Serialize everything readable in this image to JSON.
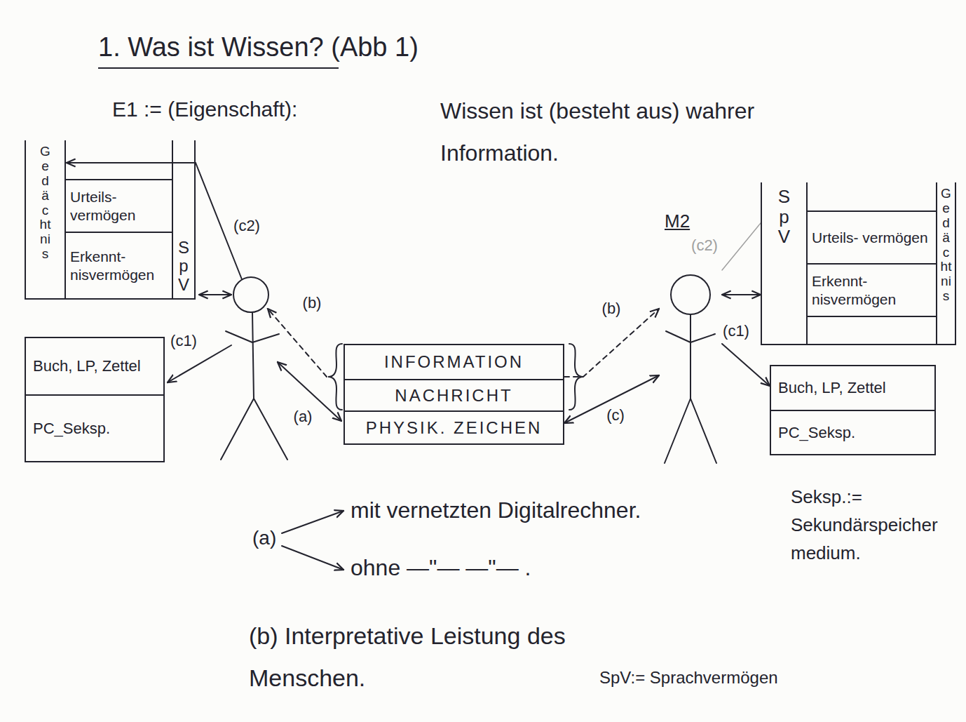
{
  "diagram": {
    "title": "1. Was ist Wissen? (Abb 1)",
    "nodes": [
      {
        "text": [
          "Gedächtnis",
          "Urteils- vermögen",
          "Erkennt- nisvermögen",
          "SpV"
        ]
      },
      {
        "text": [
          "Buch, LP, Zettel",
          "PC_Seksp."
        ]
      },
      {
        "text": [
          "INFORMATION",
          "NACHRICHT",
          "PHYSIK. ZEICHEN"
        ]
      },
      {
        "text": [
          "M2"
        ]
      },
      {
        "text": [
          "SpV",
          "Urteils- vermögen",
          "Erkennt- nisvermögen",
          "Gedächtnis"
        ]
      },
      {
        "text": [
          "Buch, LP, Zettel",
          "PC_Seksp."
        ]
      }
    ],
    "edges": [
      {
        "from": 3,
        "to": 4,
        "arrow": "both"
      },
      {
        "from": 3,
        "to": 5,
        "label": "(c1)",
        "arrow": "to"
      },
      {
        "from": 2,
        "to": 3,
        "label": "(c)",
        "arrow": "both"
      },
      {
        "from": 2,
        "to": 3,
        "label": "(b)",
        "arrow": "to"
      },
      {
        "from": 4,
        "to": 3,
        "label": "(c2)",
        "arrow": "none"
      }
    ],
    "labels": [
      "E1 := (Eigenschaft):",
      "Wissen ist (besteht aus) wahrer Information.",
      "(c2)",
      "(b)",
      "(c1)",
      "(a)",
      "(a)",
      "mit vernetzten Digitalrechner.",
      "ohne —\"— —\"— .",
      "Seksp.:= Sekundärspeichermedium.",
      "(b) Interpretative Leistung des Menschen.",
      "SpV:= Sprachvermögen"
    ]
  }
}
